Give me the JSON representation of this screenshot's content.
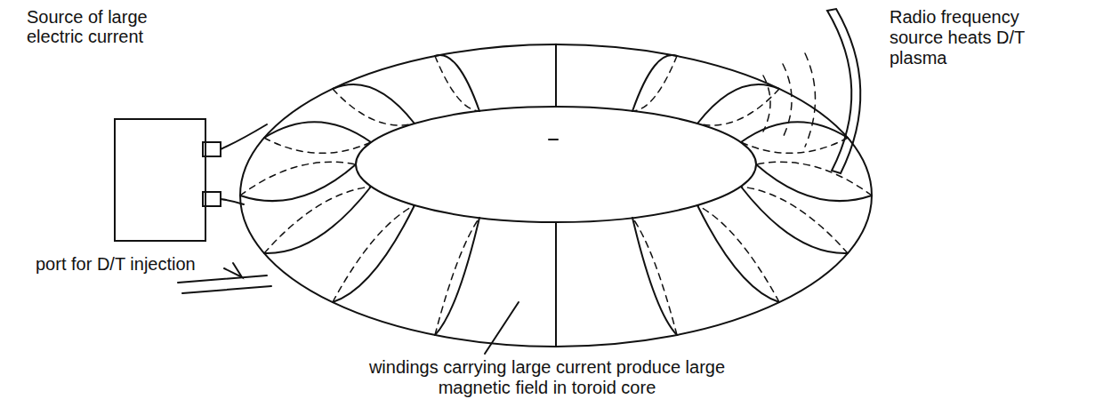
{
  "diagram": {
    "nodes": [
      {
        "text": [
          "Source of large electric current"
        ]
      }
    ],
    "labels": [
      "Radio frequency source heats D/T plasma",
      "port for D/T injection",
      "windings carrying large current produce large magnetic field in toroid core"
    ]
  }
}
